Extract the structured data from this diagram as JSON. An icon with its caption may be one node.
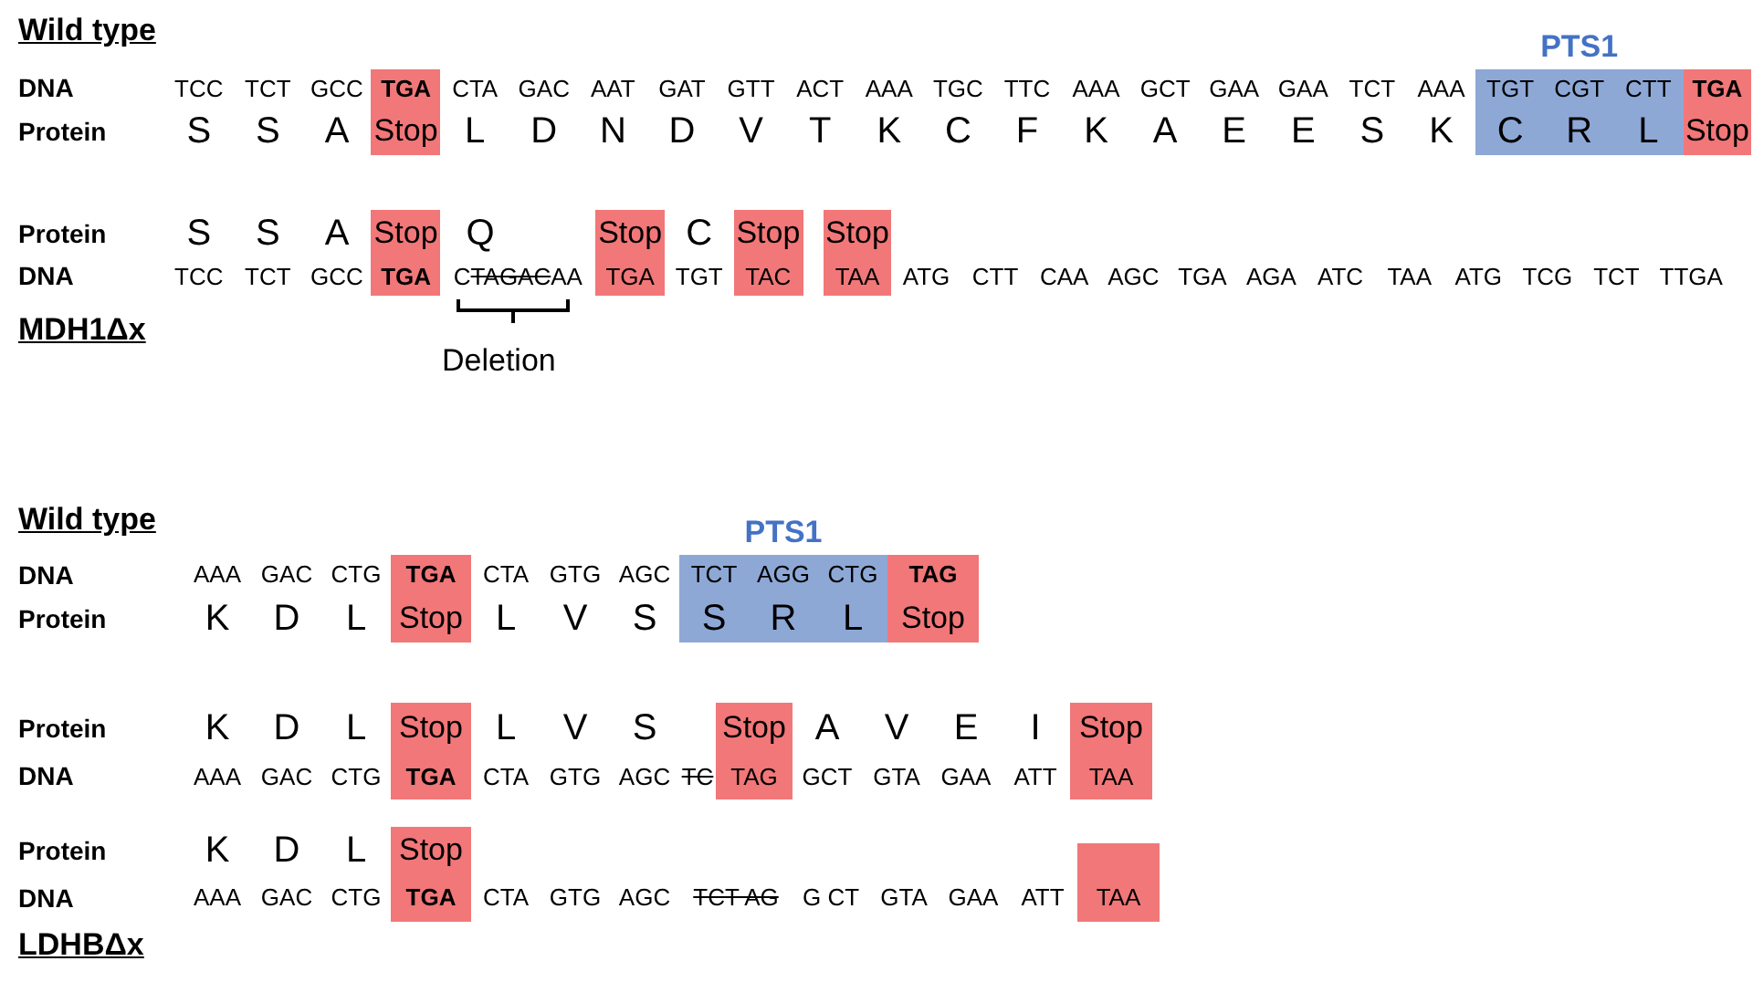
{
  "diagram": {
    "nodes": [
      {
        "text": [
          "TGA",
          "Stop"
        ]
      },
      {
        "text": [
          "PTS1",
          "TGT",
          "CGT",
          "CTT",
          "C",
          "R",
          "L"
        ]
      },
      {
        "text": [
          "TGA",
          "Stop"
        ]
      },
      {
        "text": [
          "Stop",
          "TGA"
        ]
      },
      {
        "text": [
          "Stop",
          "TGA"
        ]
      },
      {
        "text": [
          "Stop",
          "TAC"
        ]
      },
      {
        "text": [
          "Stop",
          "TAA"
        ]
      },
      {
        "text": [
          "TGA",
          "Stop"
        ]
      },
      {
        "text": [
          "PTS1",
          "TCT",
          "AGG",
          "CTG",
          "S",
          "R",
          "L"
        ]
      },
      {
        "text": [
          "TAG",
          "Stop"
        ]
      },
      {
        "text": [
          "Stop",
          "TGA"
        ]
      },
      {
        "text": [
          "Stop",
          "TAG"
        ]
      },
      {
        "text": [
          "Stop",
          "TAA"
        ]
      },
      {
        "text": [
          "Stop",
          "TGA"
        ]
      },
      {
        "text": [
          "TAA"
        ]
      }
    ],
    "labels": [
      "Wild type",
      "DNA",
      "Protein",
      "TCC",
      "TCT",
      "GCC",
      "CTA",
      "GAC",
      "AAT",
      "GAT",
      "GTT",
      "ACT",
      "AAA",
      "TGC",
      "TTC",
      "AAA",
      "GCT",
      "GAA",
      "GAA",
      "TCT",
      "AAA",
      "S",
      "S",
      "A",
      "L",
      "D",
      "N",
      "D",
      "V",
      "T",
      "K",
      "C",
      "F",
      "K",
      "A",
      "E",
      "E",
      "S",
      "K",
      "Protein",
      "S",
      "S",
      "A",
      "Q",
      "C",
      "DNA",
      "TCC",
      "TCT",
      "GCC",
      "C",
      "TAGAC",
      "AA",
      "TGT",
      "ATG",
      "CTT",
      "CAA",
      "AGC",
      "TGA",
      "AGA",
      "ATC",
      "TAA",
      "ATG",
      "TCG",
      "TCT",
      "TTGA",
      "MDH1Δx",
      "Deletion",
      "Wild type",
      "DNA",
      "AAA",
      "GAC",
      "CTG",
      "CTA",
      "GTG",
      "AGC",
      "Protein",
      "K",
      "D",
      "L",
      "L",
      "V",
      "S",
      "Protein",
      "K",
      "D",
      "L",
      "L",
      "V",
      "S",
      "A",
      "V",
      "E",
      "I",
      "DNA",
      "AAA",
      "GAC",
      "CTG",
      "CTA",
      "GTG",
      "AGC",
      "TC",
      "GCT",
      "GTA",
      "GAA",
      "ATT",
      "Protein",
      "K",
      "D",
      "L",
      "DNA",
      "AAA",
      "GAC",
      "CTG",
      "CTA",
      "GTG",
      "AGC",
      "TCT AG",
      "G CT",
      "GTA",
      "GAA",
      "ATT",
      "LDHBΔx"
    ]
  }
}
